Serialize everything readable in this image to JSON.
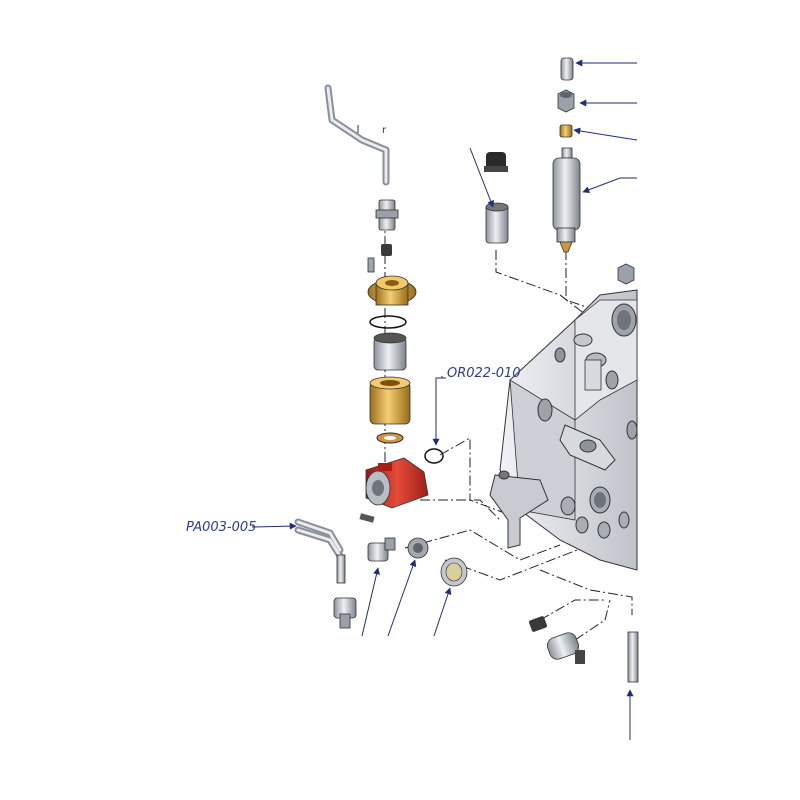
{
  "diagram": {
    "labels": {
      "oring": "OR022-010",
      "u_tube": "PA003-005",
      "tube_mark": "r"
    },
    "colors": {
      "leader": "#1f2d7a",
      "label_text": "#2a3d8f",
      "housing": "#dfe1e6",
      "housing_shadow": "#b4b8c0",
      "brass": "#d8a640",
      "pump_red": "#d23a2c",
      "steel": "#c7cbd2",
      "dark": "#2c2c2c"
    }
  }
}
